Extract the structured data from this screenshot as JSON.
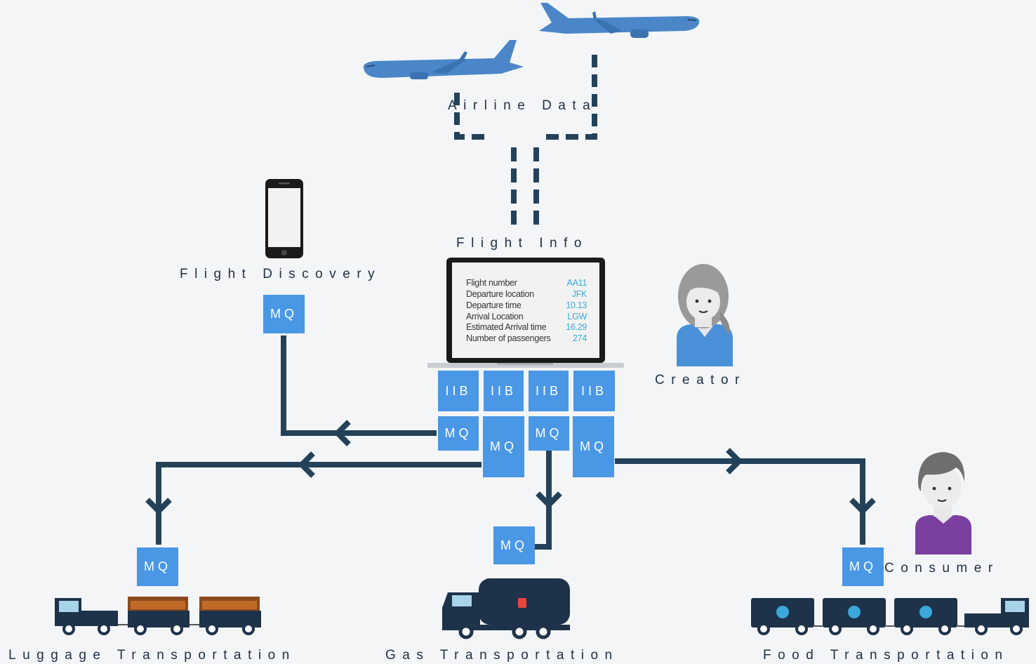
{
  "labels": {
    "airline_data": "Airline Data",
    "flight_info": "Flight Info",
    "flight_discovery": "Flight Discovery",
    "creator": "Creator",
    "consumer": "Consumer",
    "luggage": "Luggage Transportation",
    "gas": "Gas Transportation",
    "food": "Food Transportation"
  },
  "boxes": {
    "mq": "MQ",
    "iib": "IIB"
  },
  "flight_screen": {
    "rows": [
      {
        "label": "Flight number",
        "value": "AA11"
      },
      {
        "label": "Departure location",
        "value": "JFK"
      },
      {
        "label": "Departure time",
        "value": "10.13"
      },
      {
        "label": "Arrival Location",
        "value": "LGW"
      },
      {
        "label": "Estimated Arrival time",
        "value": "16.29"
      },
      {
        "label": "Number of passengers",
        "value": "274"
      }
    ]
  },
  "colors": {
    "background": "#f3f5f7",
    "box": "#4a97e6",
    "line": "#24415a",
    "truck": "#1e324a",
    "plane": "#4a86c8"
  },
  "icons": [
    "airplane-icon",
    "phone-icon",
    "laptop-icon",
    "creator-avatar",
    "consumer-avatar",
    "luggage-truck-icon",
    "gas-truck-icon",
    "food-truck-icon"
  ]
}
